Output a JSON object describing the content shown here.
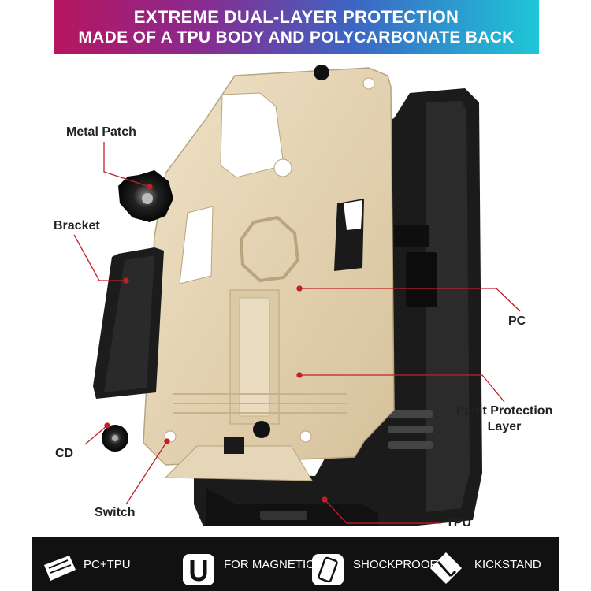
{
  "banner": {
    "line1": "EXTREME DUAL-LAYER PROTECTION",
    "line2": "MADE OF A TPU BODY AND POLYCARBONATE BACK"
  },
  "labels": {
    "metal_patch": "Metal Patch",
    "bracket": "Bracket",
    "cd": "CD",
    "switch": "Switch",
    "pc": "PC",
    "paint_protection_line1": "Paint Protection",
    "paint_protection_line2": "Layer",
    "tpu": "TPU"
  },
  "features": [
    {
      "label": "PC+TPU",
      "icon": "layers-icon"
    },
    {
      "label": "FOR MAGNETIC",
      "icon": "magnet-icon"
    },
    {
      "label": "SHOCKPROOF",
      "icon": "phone-shock-icon"
    },
    {
      "label": "KICKSTAND",
      "icon": "kickstand-icon"
    }
  ],
  "colors": {
    "leader_line": "#c0202a",
    "case_gold": "#e3d3b4",
    "case_black": "#1a1a1a",
    "feature_bar": "#111111"
  }
}
